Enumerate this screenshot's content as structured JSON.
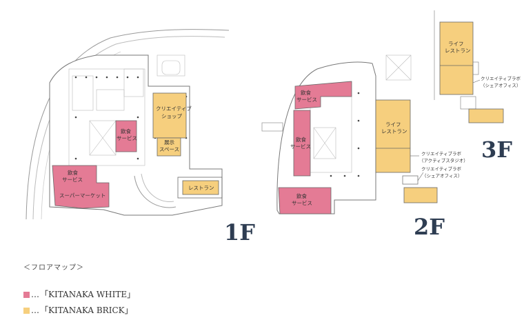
{
  "colors": {
    "white": "#e47b95",
    "brick": "#f6cf7e",
    "outline": "#666666",
    "label": "#2e3d52"
  },
  "floors": {
    "f1": "1F",
    "f2": "2F",
    "f3": "3F"
  },
  "labels_1f": {
    "creative_shop_1": "クリエイティブ",
    "creative_shop_2": "ショップ",
    "exhibit_1": "展示",
    "exhibit_2": "スペース",
    "food_a_1": "飲食",
    "food_a_2": "サービス",
    "food_b_1": "飲食",
    "food_b_2": "サービス",
    "supermarket": "スーパーマーケット",
    "restaurant": "レストラン"
  },
  "labels_2f": {
    "food_a_1": "飲食",
    "food_a_2": "サービス",
    "food_b_1": "飲食",
    "food_b_2": "サービス",
    "food_c_1": "飲食",
    "food_c_2": "サービス",
    "life_1": "ライフ",
    "life_2": "レストラン",
    "lab_a_1": "クリエイティブラボ",
    "lab_a_2": "（アクティブスタジオ）",
    "lab_b_1": "クリエイティブラボ",
    "lab_b_2": "（シェアオフィス）"
  },
  "labels_3f": {
    "life_1": "ライフ",
    "life_2": "レストラン",
    "lab_1": "クリエイティブラボ",
    "lab_2": "（シェアオフィス）"
  },
  "legend": {
    "title": "＜フロアマップ＞",
    "dots": "…",
    "white": "「KITANAKA WHITE」",
    "brick": "「KITANAKA BRICK」"
  }
}
